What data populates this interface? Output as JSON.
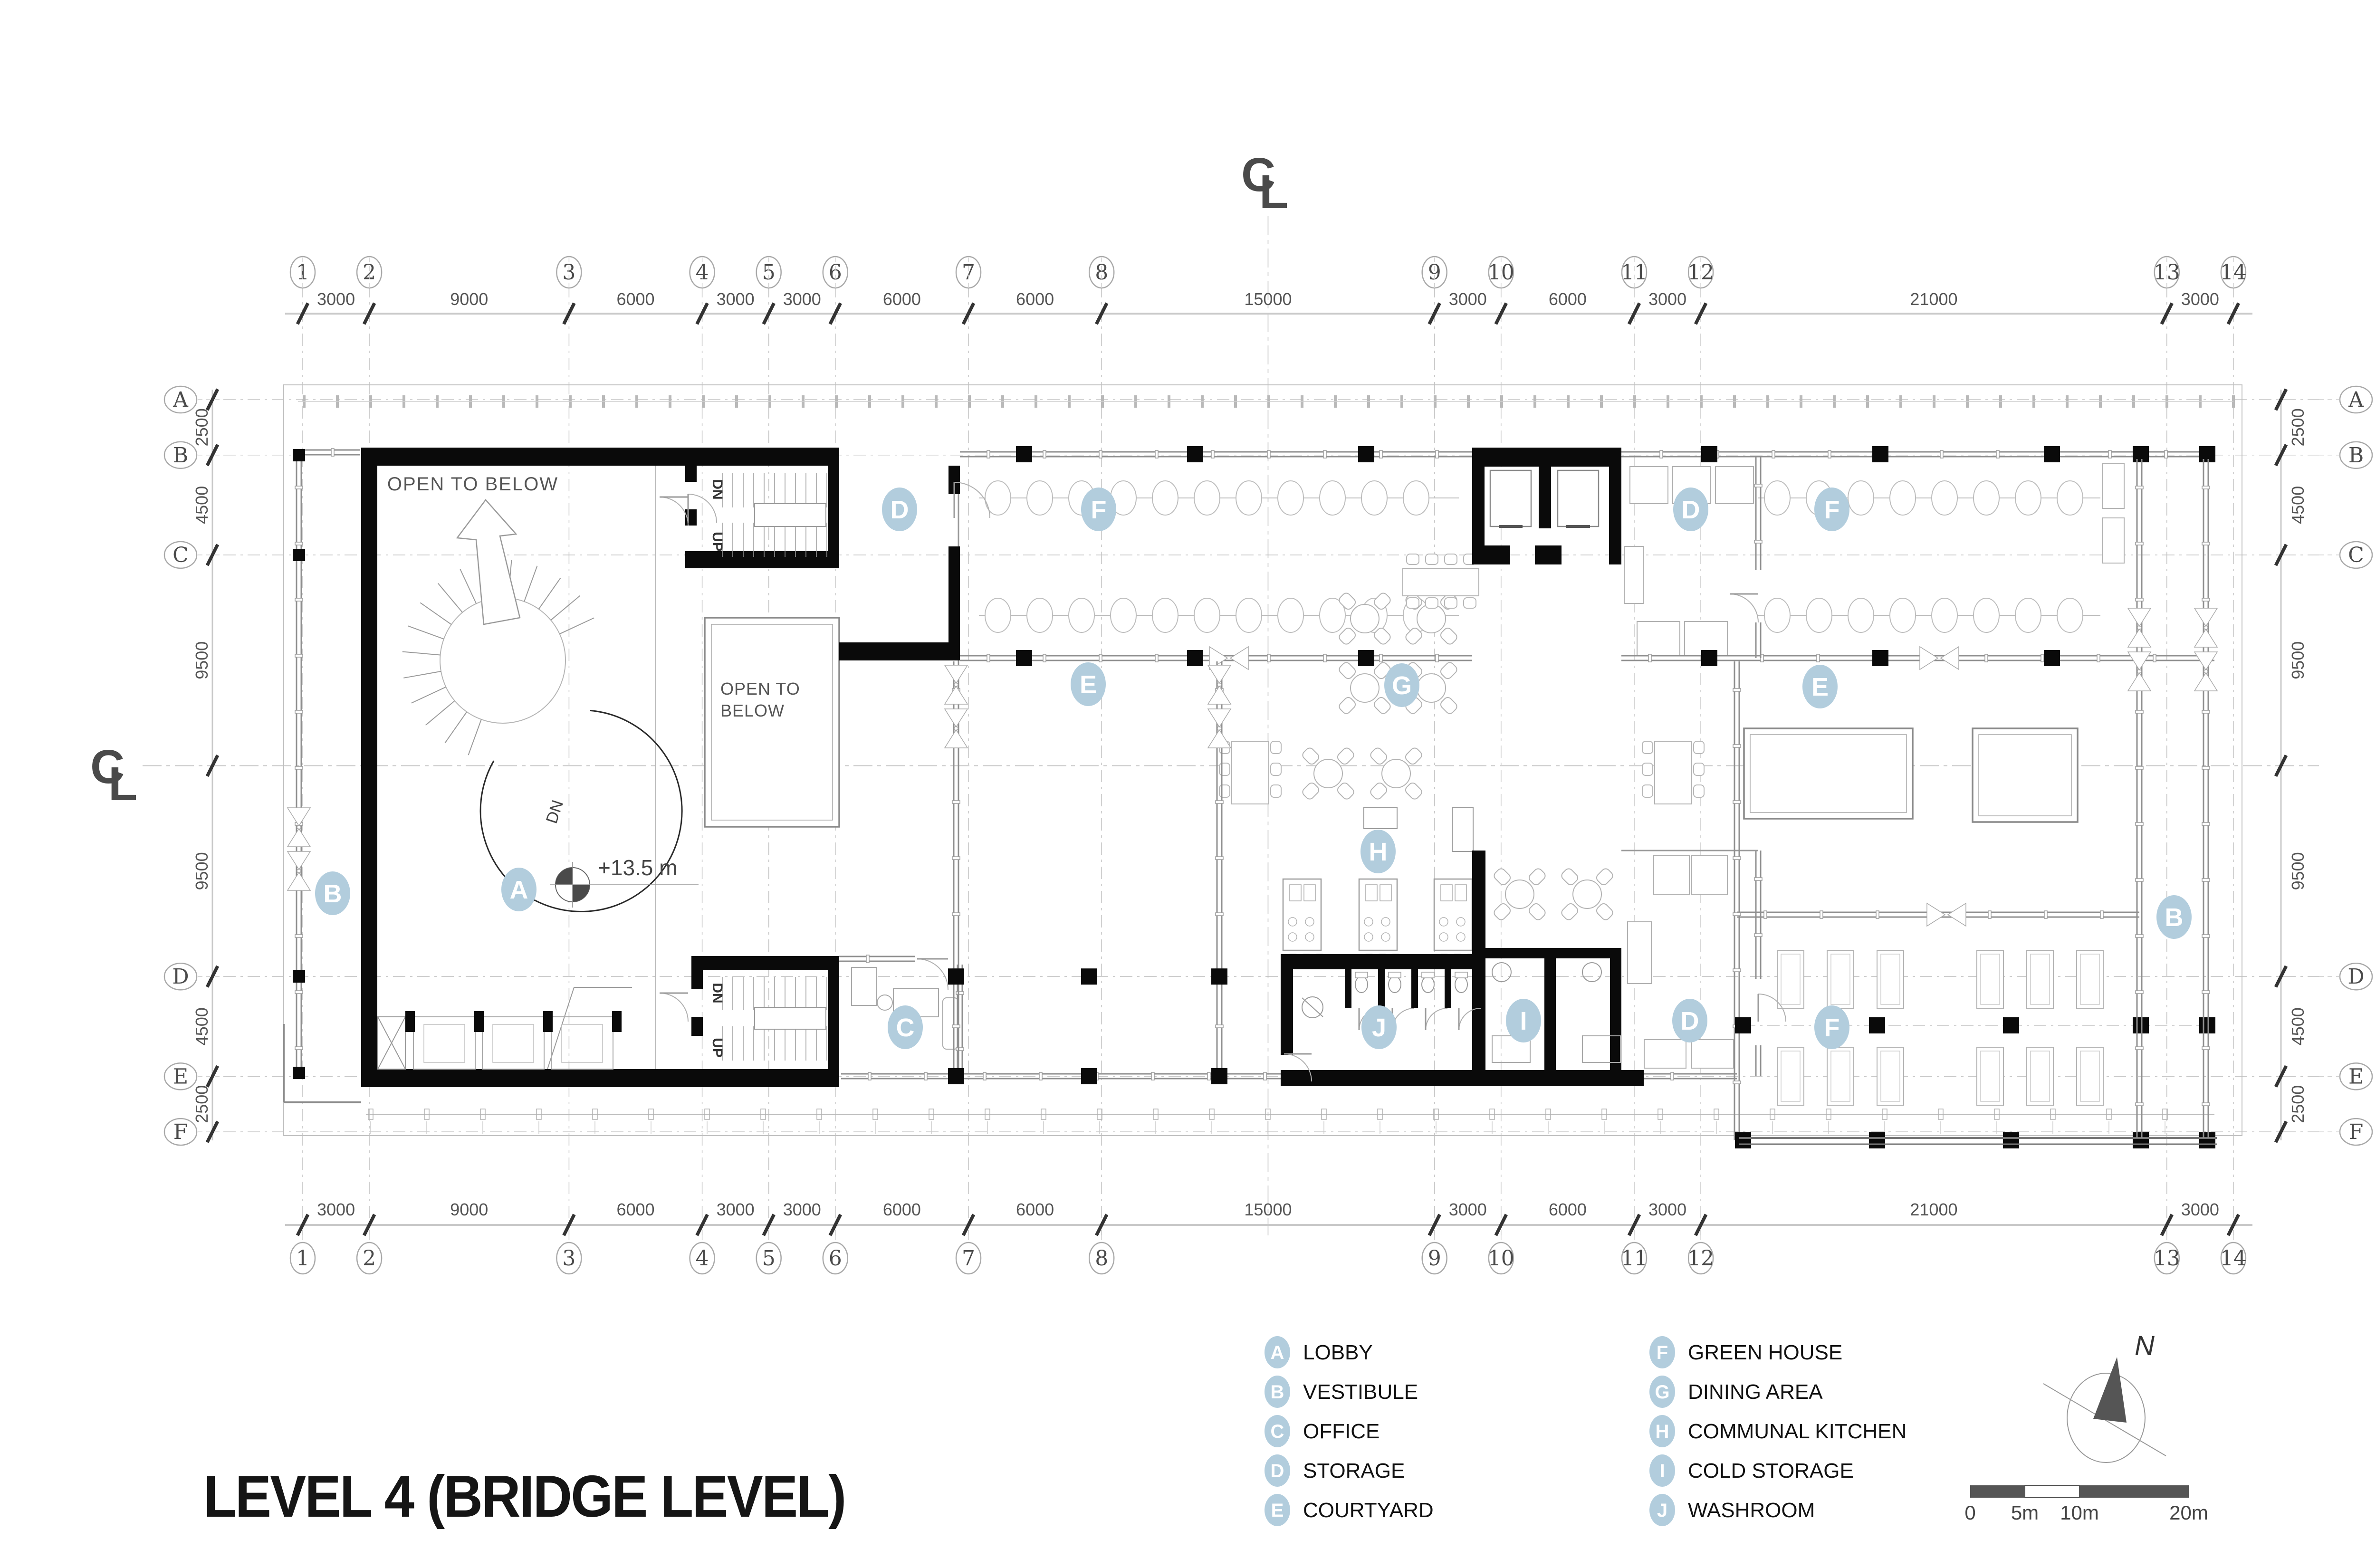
{
  "title": "LEVEL 4 (BRIDGE LEVEL)",
  "centerline": {
    "c": "C",
    "l": "L"
  },
  "north": {
    "label": "N"
  },
  "scale_bar": {
    "labels": [
      "0",
      "5m",
      "10m",
      "20m"
    ]
  },
  "grid": {
    "columns": [
      "1",
      "2",
      "3",
      "4",
      "5",
      "6",
      "7",
      "8",
      "9",
      "10",
      "11",
      "12",
      "13",
      "14"
    ],
    "column_spacings": [
      "3000",
      "9000",
      "6000",
      "3000",
      "3000",
      "6000",
      "6000",
      "15000",
      "3000",
      "6000",
      "3000",
      "21000",
      "3000"
    ],
    "rows": [
      "A",
      "B",
      "C",
      "D",
      "E",
      "F"
    ],
    "row_spacings": [
      "2500",
      "4500",
      "9500",
      "9500",
      "4500",
      "2500"
    ]
  },
  "annotations": {
    "open_to_below": "OPEN TO BELOW",
    "open_to_line1": "OPEN TO",
    "open_to_line2": "BELOW",
    "elevation": "+13.5 m",
    "dn": "DN",
    "up": "UP"
  },
  "plan_markers": [
    {
      "letter": "D",
      "area": "storage-1"
    },
    {
      "letter": "F",
      "area": "greenhouse-1"
    },
    {
      "letter": "D",
      "area": "storage-2"
    },
    {
      "letter": "F",
      "area": "greenhouse-2"
    },
    {
      "letter": "E",
      "area": "courtyard-1"
    },
    {
      "letter": "G",
      "area": "dining-area"
    },
    {
      "letter": "E",
      "area": "courtyard-2"
    },
    {
      "letter": "H",
      "area": "communal-kitchen"
    },
    {
      "letter": "B",
      "area": "vestibule-1"
    },
    {
      "letter": "A",
      "area": "lobby"
    },
    {
      "letter": "B",
      "area": "vestibule-2"
    },
    {
      "letter": "C",
      "area": "office"
    },
    {
      "letter": "J",
      "area": "washroom"
    },
    {
      "letter": "I",
      "area": "cold-storage"
    },
    {
      "letter": "D",
      "area": "storage-3"
    },
    {
      "letter": "F",
      "area": "greenhouse-3"
    }
  ],
  "legend": {
    "items": [
      {
        "letter": "A",
        "label": "LOBBY"
      },
      {
        "letter": "B",
        "label": "VESTIBULE"
      },
      {
        "letter": "C",
        "label": "OFFICE"
      },
      {
        "letter": "D",
        "label": "STORAGE"
      },
      {
        "letter": "E",
        "label": "COURTYARD"
      },
      {
        "letter": "F",
        "label": "GREEN HOUSE"
      },
      {
        "letter": "G",
        "label": "DINING AREA"
      },
      {
        "letter": "H",
        "label": "COMMUNAL KITCHEN"
      },
      {
        "letter": "I",
        "label": "COLD STORAGE"
      },
      {
        "letter": "J",
        "label": "WASHROOM"
      }
    ]
  },
  "colors": {
    "marker_blue": "#b2cddd",
    "wall_black": "#0a0a0a",
    "line_light": "#c9c9c9",
    "line_mid": "#9a9a9a",
    "text_dim": "#555555",
    "text_dark": "#1a1a1a"
  }
}
